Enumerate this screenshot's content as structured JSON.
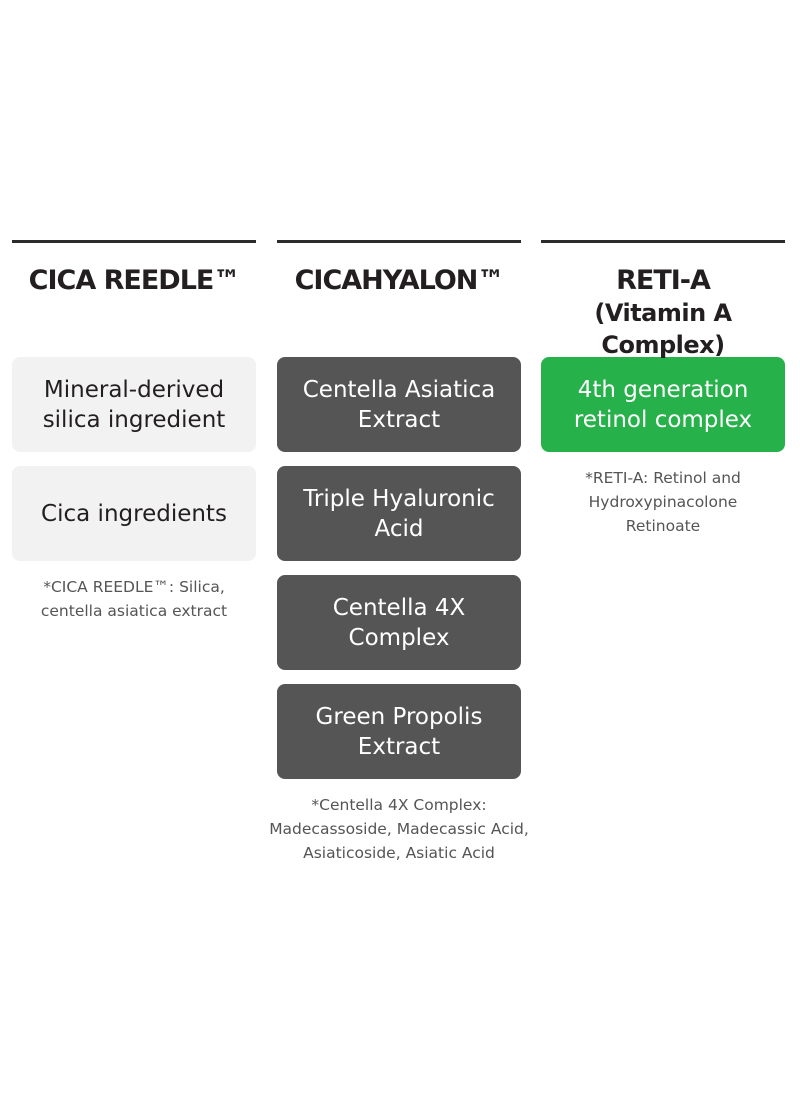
{
  "columns": [
    {
      "title": "CICA REEDLE™",
      "subtitle": "",
      "boxes": [
        {
          "text": "Mineral-derived silica ingredient",
          "style": "light"
        },
        {
          "text": "Cica ingredients",
          "style": "light"
        }
      ],
      "note_lines": [
        "*CICA REEDLE™: Silica,",
        "centella asiatica extract"
      ]
    },
    {
      "title": "CICAHYALON™",
      "subtitle": "",
      "boxes": [
        {
          "text": "Centella Asiatica Extract",
          "style": "dark"
        },
        {
          "text": "Triple Hyaluronic Acid",
          "style": "dark"
        },
        {
          "text": "Centella 4X Complex",
          "style": "dark"
        },
        {
          "text": "Green Propolis Extract",
          "style": "dark"
        }
      ],
      "note_lines": [
        "*Centella 4X Complex:",
        "Madecassoside, Madecassic Acid,",
        "Asiaticoside, Asiatic Acid"
      ]
    },
    {
      "title": "RETI-A",
      "subtitle": "(Vitamin A Complex)",
      "boxes": [
        {
          "text": "4th generation retinol complex",
          "style": "green"
        }
      ],
      "note_lines": [
        "*RETI-A: Retinol and",
        "Hydroxypinacolone",
        "Retinoate"
      ]
    }
  ],
  "colors": {
    "rule": "#2b2b2b",
    "light_box": "#f2f2f2",
    "dark_box": "#555555",
    "green_box": "#27b14a"
  }
}
